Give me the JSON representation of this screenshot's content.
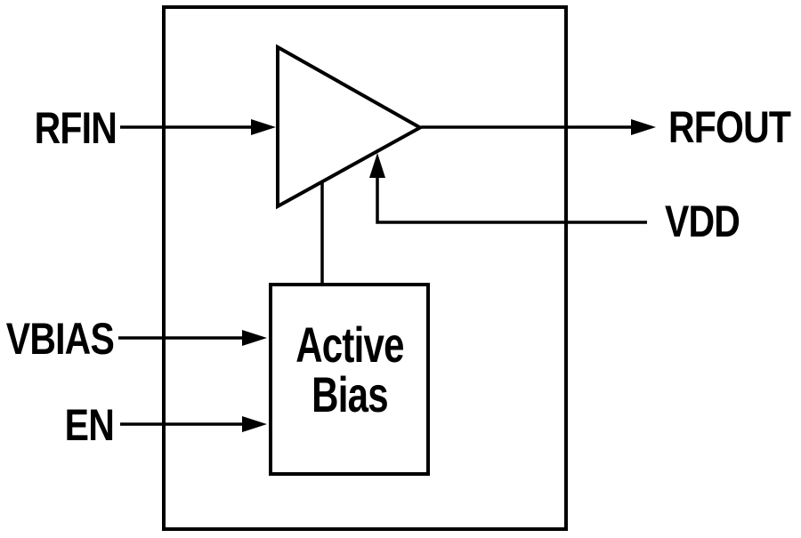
{
  "diagram": {
    "type": "block-diagram",
    "ports": {
      "rfin": {
        "label": "RFIN",
        "side": "left",
        "role": "rf-input"
      },
      "rfout": {
        "label": "RFOUT",
        "side": "right",
        "role": "rf-output"
      },
      "vdd": {
        "label": "VDD",
        "side": "right",
        "role": "supply"
      },
      "vbias": {
        "label": "VBIAS",
        "side": "left",
        "role": "bias-input"
      },
      "en": {
        "label": "EN",
        "side": "left",
        "role": "enable-input"
      }
    },
    "blocks": {
      "amplifier": {
        "symbol": "triangle-amplifier"
      },
      "active_bias": {
        "label_line1": "Active",
        "label_line2": "Bias"
      }
    },
    "colors": {
      "line": "#000000",
      "background": "#ffffff"
    }
  }
}
